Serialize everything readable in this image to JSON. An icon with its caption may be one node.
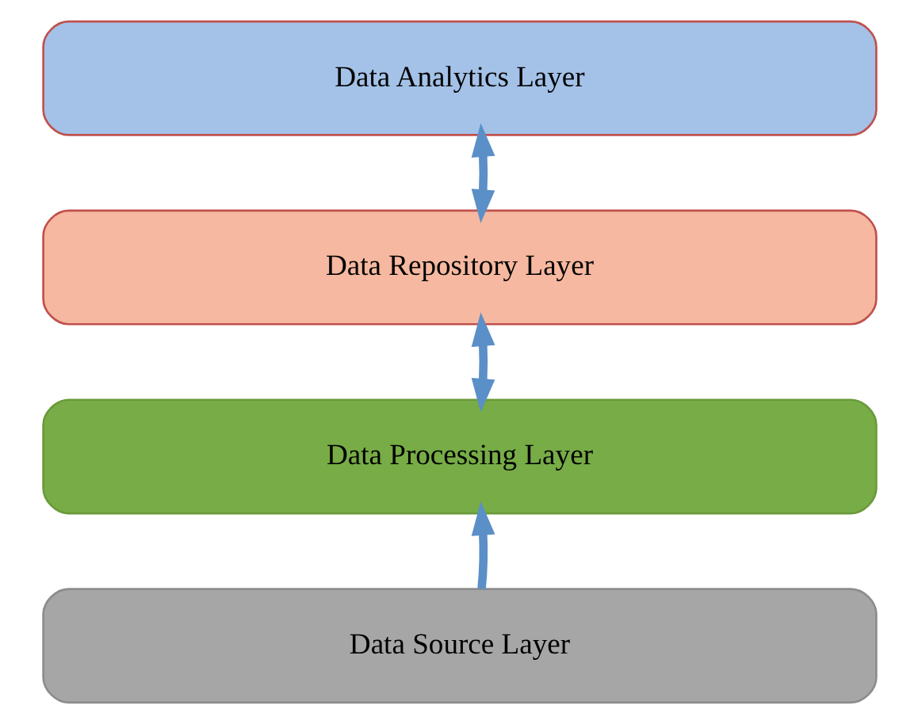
{
  "diagram": {
    "nodes": [
      {
        "text": [
          "Data Analytics Layer"
        ]
      },
      {
        "text": [
          "Data Repository Layer"
        ]
      },
      {
        "text": [
          "Data Processing Layer"
        ]
      },
      {
        "text": [
          "Data Source Layer"
        ]
      }
    ],
    "edges": [
      {
        "from": 0,
        "to": 1,
        "arrow": "both"
      },
      {
        "from": 1,
        "to": 2,
        "arrow": "both"
      },
      {
        "from": 3,
        "to": 2,
        "arrow": "to"
      }
    ]
  }
}
